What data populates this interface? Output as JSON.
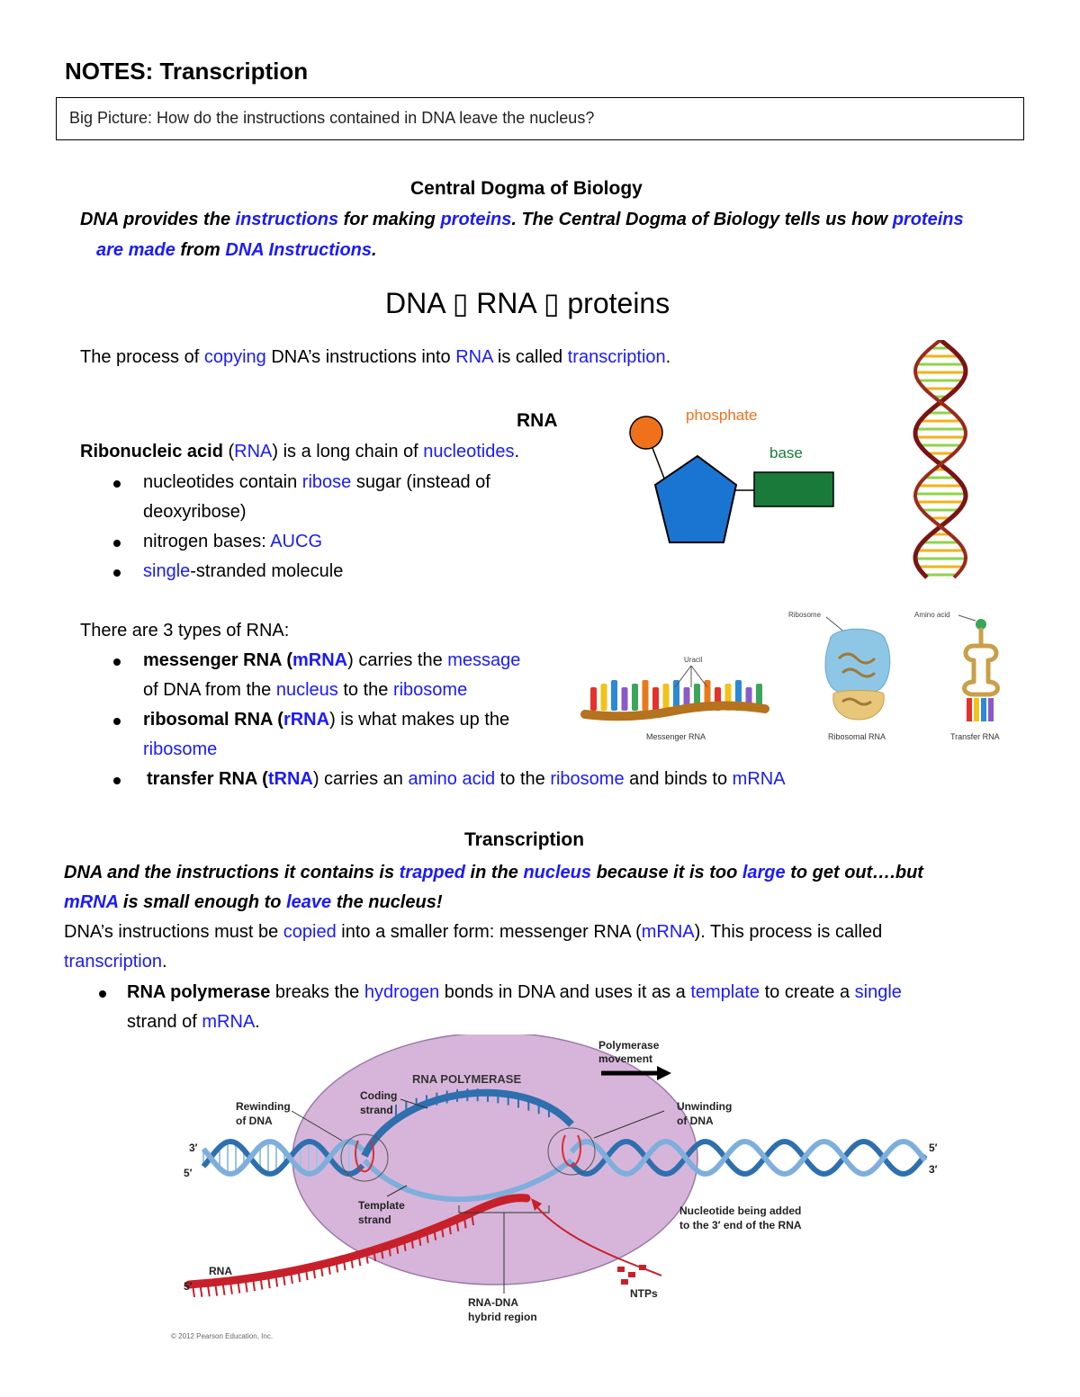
{
  "title": "NOTES: Transcription",
  "big_picture": "Big Picture: How do the instructions contained in DNA leave the nucleus?",
  "central_dogma": {
    "heading": "Central Dogma of Biology",
    "s1": "DNA provides the ",
    "s2": "instructions",
    "s3": " for making ",
    "s4": "proteins",
    "s5": ". The Central Dogma of Biology tells us how ",
    "s6": "proteins",
    "s7": "are made",
    "s8": " from ",
    "s9": "DNA Instructions",
    "s10": ".",
    "equation": "DNA ▯ RNA ▯ proteins"
  },
  "process": {
    "p1": "The process of ",
    "p2": "copying",
    "p3": " DNA’s instructions into ",
    "p4": "RNA",
    "p5": " is called ",
    "p6": "transcription",
    "p7": "."
  },
  "rna": {
    "heading": "RNA",
    "def1": "Ribonucleic acid",
    "def2": " (",
    "def3": "RNA",
    "def4": ") is a long chain of ",
    "def5": "nucleotides",
    "def6": ".",
    "b1a": "nucleotides contain ",
    "b1b": "ribose",
    "b1c": " sugar (instead of",
    "b1d": "deoxyribose)",
    "b2a": "nitrogen bases: ",
    "b2b": "AUCG",
    "b3a": "single",
    "b3b": "-stranded molecule"
  },
  "nucleotide_diagram": {
    "phosphate": "phosphate",
    "base": "base",
    "colors": {
      "phosphate": "#f0711c",
      "sugar": "#1a75d2",
      "base": "#1a7a3a"
    }
  },
  "types": {
    "intro": "There are 3 types of RNA:",
    "m1": "messenger RNA (",
    "m2": "mRNA",
    "m3": ") carries the ",
    "m4": "message",
    "m5": "of DNA from the ",
    "m6": "nucleus",
    "m7": " to the ",
    "m8": "ribosome",
    "r1": "ribosomal RNA (",
    "r2": "rRNA",
    "r3": ") is what makes up the",
    "r4": "ribosome",
    "t1": "transfer RNA (",
    "t2": "tRNA",
    "t3": ") carries an ",
    "t4": "amino acid",
    "t5": " to the ",
    "t6": "ribosome",
    "t7": "  and binds to ",
    "t8": "mRNA"
  },
  "rna_types_figure": {
    "messenger": "Messenger RNA",
    "ribosomal": "Ribosomal RNA",
    "transfer": "Transfer RNA",
    "ribosome_label": "Ribosome",
    "amino_label": "Amino acid",
    "codon_label": "Uracil"
  },
  "transcription": {
    "heading": "Transcription",
    "i1": "DNA and the instructions it contains is ",
    "i2": "trapped",
    "i3": " in the ",
    "i4": "nucleus",
    "i5": " because it is too ",
    "i6": "large",
    "i7": " to get out….but",
    "i8": "mRNA",
    "i9": " is small enough to ",
    "i10": "leave",
    "i11": " the nucleus!",
    "c1": "DNA’s instructions must be ",
    "c2": "copied",
    "c3": " into a smaller form: messenger RNA (",
    "c4": "mRNA",
    "c5": "). This process is called",
    "c6": "transcription",
    "c7": ".",
    "p1": "RNA polymerase",
    "p2": " breaks the ",
    "p3": "hydrogen",
    "p4": " bonds in DNA and uses it as a ",
    "p5": "template",
    "p6": " to create a ",
    "p7": "single",
    "p8": "strand of ",
    "p9": "mRNA",
    "p10": "."
  },
  "polymerase_figure": {
    "title": "RNA POLYMERASE",
    "movement1": "Polymerase",
    "movement2": "movement",
    "coding1": "Coding",
    "coding2": "strand",
    "rewind1": "Rewinding",
    "rewind2": "of DNA",
    "unwind1": "Unwinding",
    "unwind2": "of DNA",
    "template1": "Template",
    "template2": "strand",
    "nucleotide1": "Nucleotide being added",
    "nucleotide2": "to the 3′ end of the RNA",
    "rna": "RNA",
    "ntps": "NTPs",
    "hybrid1": "RNA-DNA",
    "hybrid2": "hybrid region",
    "end_3_left": "3′",
    "end_5_left": "5′",
    "end_5_right": "5′",
    "end_3_right": "3′",
    "end_5_rna": "5′",
    "copyright": "© 2012 Pearson Education, Inc."
  }
}
